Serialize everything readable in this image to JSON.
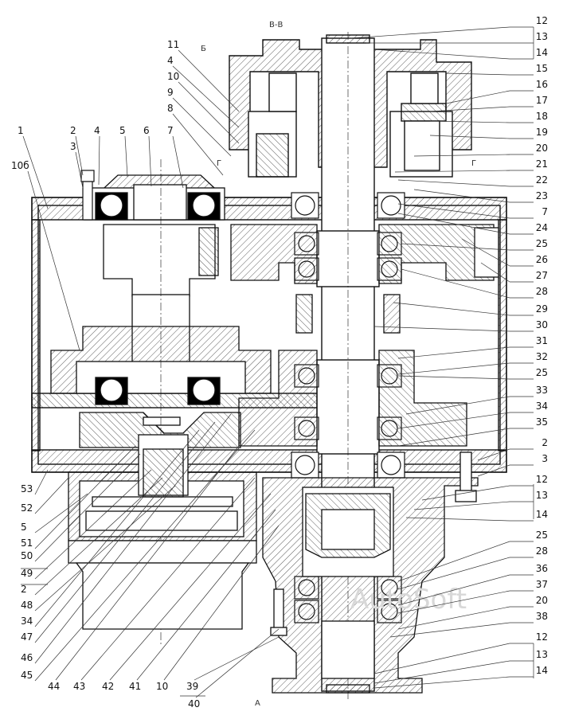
{
  "sheet": {
    "section_title": "В-В",
    "view_marks": {
      "top": "Б",
      "bottom": "А",
      "cut": "Г"
    },
    "watermark": "AutoSoft",
    "watermark_color": "#d0d0d0",
    "line_color": "#111111"
  },
  "callouts": {
    "right": [
      "12",
      "13",
      "14",
      "15",
      "16",
      "17",
      "18",
      "19",
      "20",
      "21",
      "22",
      "23",
      "7",
      "24",
      "25",
      "26",
      "27",
      "28",
      "29",
      "30",
      "31",
      "32",
      "25",
      "33",
      "34",
      "35",
      "2",
      "3",
      "12",
      "13",
      "14",
      "25",
      "28",
      "36",
      "37",
      "20",
      "38",
      "12",
      "13",
      "14"
    ],
    "top": [
      "11",
      "4",
      "10",
      "9",
      "8",
      "2",
      "3",
      "4",
      "5",
      "6",
      "7",
      "1",
      "10б"
    ],
    "left": [
      "53",
      "52",
      "5",
      "51",
      "50",
      "49",
      "2",
      "48",
      "34",
      "47",
      "46",
      "45"
    ],
    "bottom": [
      "44",
      "43",
      "42",
      "41",
      "10",
      "39",
      "40"
    ]
  }
}
